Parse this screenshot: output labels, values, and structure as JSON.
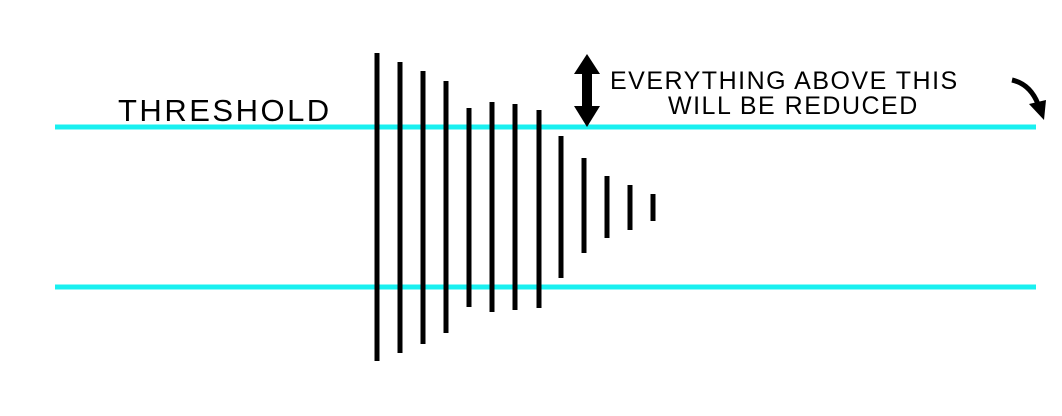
{
  "diagram": {
    "threshold_label": "THRESHOLD",
    "note_line_1": "EVERYTHING ABOVE THIS",
    "note_line_2": "WILL BE REDUCED",
    "colors": {
      "threshold_lines": "#19f0f0",
      "bars": "#000000",
      "background": "#ffffff"
    },
    "icons": [
      "double-arrow-icon",
      "curved-arrow-icon"
    ]
  }
}
